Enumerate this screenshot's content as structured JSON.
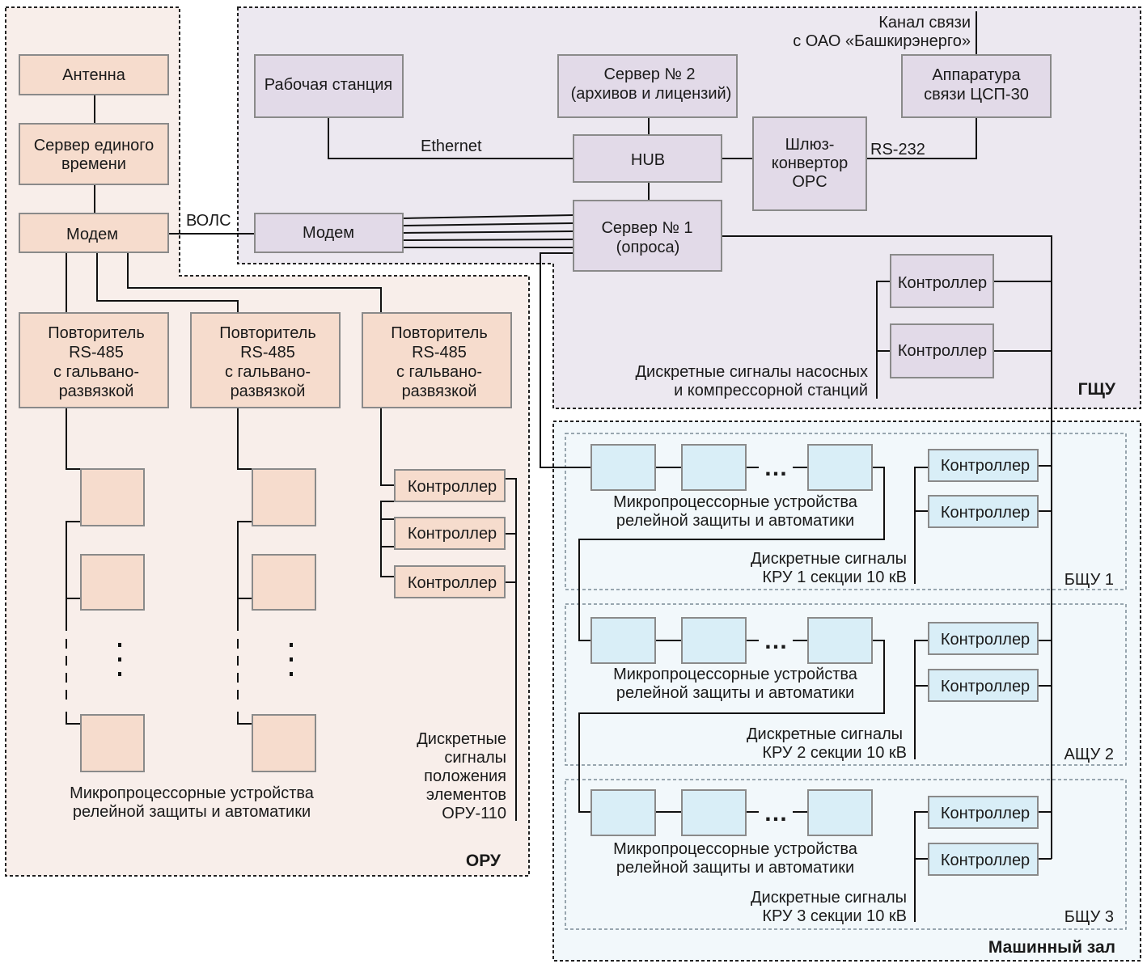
{
  "zones": {
    "oru": "ОРУ",
    "gshu": "ГЩУ",
    "machine_hall": "Машинный зал",
    "bshu1": "БЩУ 1",
    "ashu2": "АЩУ 2",
    "bshu3": "БЩУ 3"
  },
  "oru": {
    "antenna": "Антенна",
    "time_server": [
      "Сервер единого",
      "времени"
    ],
    "modem": "Модем",
    "repeater": [
      "Повторитель",
      "RS-485",
      "с гальвано-",
      "развязкой"
    ],
    "controller": "Контроллер",
    "devices_caption": [
      "Микропроцессорные устройства",
      "релейной защиты и автоматики"
    ],
    "discrete": [
      "Дискретные",
      "сигналы",
      "положения",
      "элементов",
      "ОРУ-110"
    ]
  },
  "links": {
    "fiber": "ВОЛС",
    "ethernet": "Ethernet",
    "rs232": "RS-232"
  },
  "gshu": {
    "workstation": "Рабочая станция",
    "server2": [
      "Сервер № 2",
      "(архивов и лицензий)"
    ],
    "comm_equipment": [
      "Аппаратура",
      "связи ЦСП-30"
    ],
    "channel": [
      "Канал связи",
      "с ОАО «Башкирэнерго»"
    ],
    "hub": "HUB",
    "gateway": [
      "Шлюз-",
      "конвертор",
      "OPC"
    ],
    "modem": "Модем",
    "server1": [
      "Сервер № 1",
      "(опроса)"
    ],
    "controller": "Контроллер",
    "discrete": [
      "Дискретные сигналы насосных",
      "и компрессорной станций"
    ]
  },
  "machine_hall": {
    "devices_caption": [
      "Микропроцессорные устройства",
      "релейной защиты и автоматики"
    ],
    "controller": "Контроллер",
    "ellipsis": "…",
    "discrete1": [
      "Дискретные сигналы",
      "КРУ 1 секции 10 кВ"
    ],
    "discrete2": [
      "Дискретные сигналы",
      "КРУ 2 секции 10 кВ"
    ],
    "discrete3": [
      "Дискретные сигналы",
      "КРУ 3 секции 10 кВ"
    ]
  }
}
